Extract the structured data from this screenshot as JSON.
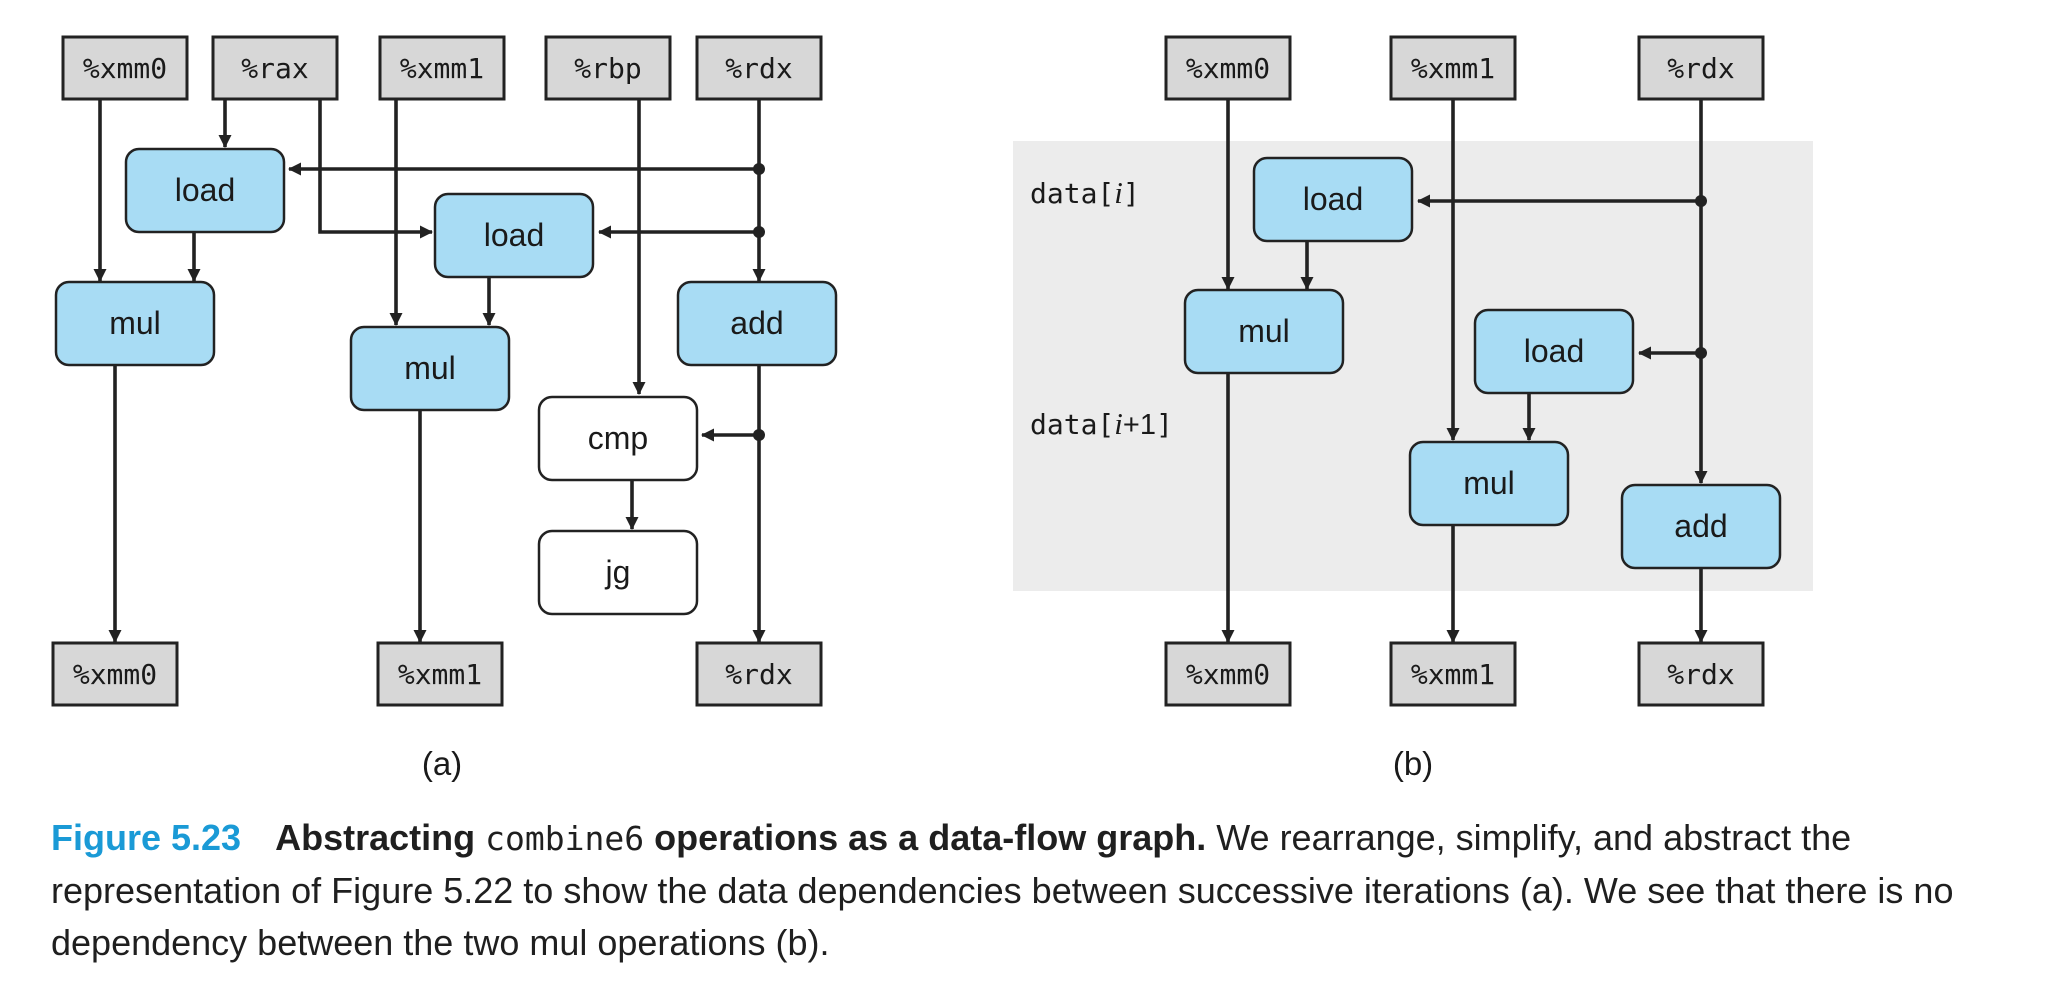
{
  "colors": {
    "op_fill": "#a8dcf4",
    "register_fill": "#d7d7d7",
    "block_shade": "#ececec",
    "caption_accent": "#1a9ad6"
  },
  "panel_a": {
    "sublabel": "(a)",
    "inputs": [
      "%xmm0",
      "%rax",
      "%xmm1",
      "%rbp",
      "%rdx"
    ],
    "ops": {
      "load1": "load",
      "load2": "load",
      "mul1": "mul",
      "mul2": "mul",
      "add": "add",
      "cmp": "cmp",
      "jg": "jg"
    },
    "outputs": [
      "%xmm0",
      "%xmm1",
      "%rdx"
    ]
  },
  "panel_b": {
    "sublabel": "(b)",
    "inputs": [
      "%xmm0",
      "%xmm1",
      "%rdx"
    ],
    "block_labels": {
      "first": {
        "prefix": "data[",
        "var": "i",
        "suffix": "]"
      },
      "second": {
        "prefix": "data[",
        "var": "i",
        "plus": "+1",
        "suffix": "]"
      }
    },
    "ops": {
      "load1": "load",
      "mul1": "mul",
      "load2": "load",
      "mul2": "mul",
      "add": "add"
    },
    "outputs": [
      "%xmm0",
      "%xmm1",
      "%rdx"
    ]
  },
  "caption": {
    "figure_number": "Figure 5.23",
    "title_start": "Abstracting",
    "title_code": "combine6",
    "title_end": "operations as a data-flow graph.",
    "body": "We rearrange, simplify, and abstract the representation of Figure 5.22 to show the data dependencies between successive iterations (a). We see that there is no dependency between the two mul operations (b)."
  }
}
